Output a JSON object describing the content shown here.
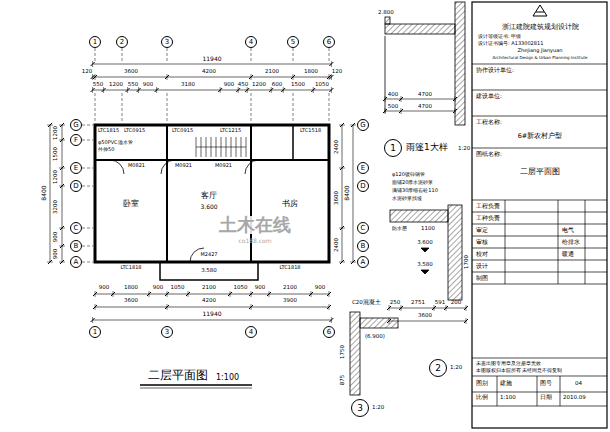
{
  "diagram": {
    "title": "二层平面图",
    "nodes": [
      {
        "text": [
          "1"
        ]
      },
      {
        "text": [
          "2"
        ]
      },
      {
        "text": [
          "3"
        ]
      },
      {
        "text": [
          "4"
        ]
      },
      {
        "text": [
          "5"
        ]
      },
      {
        "text": [
          "6"
        ]
      },
      {
        "text": [
          "G"
        ]
      },
      {
        "text": [
          "F"
        ]
      },
      {
        "text": [
          "E"
        ]
      },
      {
        "text": [
          "D"
        ]
      },
      {
        "text": [
          "C"
        ]
      },
      {
        "text": [
          "B"
        ]
      },
      {
        "text": [
          "A"
        ]
      },
      {
        "text": [
          "G"
        ]
      },
      {
        "text": [
          "E"
        ]
      },
      {
        "text": [
          "D"
        ]
      },
      {
        "text": [
          "C"
        ]
      },
      {
        "text": [
          "B"
        ]
      },
      {
        "text": [
          "A"
        ]
      },
      {
        "text": [
          "1"
        ]
      },
      {
        "text": [
          "3"
        ]
      },
      {
        "text": [
          "4"
        ]
      },
      {
        "text": [
          "6"
        ]
      },
      {
        "text": [
          "1"
        ]
      },
      {
        "text": [
          "2"
        ]
      },
      {
        "text": [
          "3"
        ]
      }
    ],
    "labels": [
      "11940",
      "120",
      "3600",
      "4200",
      "2100",
      "1800",
      "120",
      "550",
      "1200",
      "550",
      "900",
      "3180",
      "900",
      "450",
      "1200",
      "600",
      "1500",
      "1050",
      "LTC1815",
      "LTC0915",
      "LTC0915",
      "LTC1215",
      "LTC1518",
      "φ50PVC溢水管",
      "外伸50",
      "M0821",
      "M0921",
      "M0921",
      "卧室",
      "客厅",
      "3.600",
      "书房",
      "M2427",
      "LTC1818",
      "3.580",
      "LTC1818",
      "900",
      "1800",
      "900",
      "1050",
      "2100",
      "1050",
      "900",
      "2100",
      "900",
      "3600",
      "4200",
      "3900",
      "11940",
      "8400",
      "1200",
      "1500",
      "1200",
      "3200",
      "900",
      "900",
      "2400",
      "3600",
      "2400",
      "8400",
      "1:100",
      "2.800",
      "400",
      "4700",
      "500",
      "4700",
      "雨篷1大样",
      "1:20",
      "φ120镀锌钢管",
      "面铺20厚水泥砂浆",
      "满铺30厚细石砼110",
      "水泥砂浆找坡",
      "防水层",
      "1100",
      "3.600",
      "3.580",
      "1700",
      "250",
      "2751",
      "591",
      "200",
      "3600",
      "1:20",
      "C20混凝土",
      "(6.900)",
      "1750",
      "875",
      "1:20",
      "浙江建院建筑规划设计院",
      "设计等级证书: 甲级",
      "设计证书编号: A133002811",
      "Zhejiang Jianyuan",
      "Architectural Design & Urban Planning Institute",
      "协作设计单位:",
      "建设单位:",
      "工程名称:",
      "6#新农村户型",
      "图纸名称:",
      "二层平面图",
      "工程负责",
      "工种负责",
      "审定",
      "审核",
      "校对",
      "设计",
      "制图",
      "电气",
      "给排水",
      "暖通",
      "未盖出图专用章及注册章无效",
      "本图版权归本院所有 未经同意不得复制",
      "图别",
      "建施",
      "图号",
      "04",
      "比例",
      "1:100",
      "日期",
      "2010.09",
      "土木在线",
      "co188.com"
    ]
  }
}
